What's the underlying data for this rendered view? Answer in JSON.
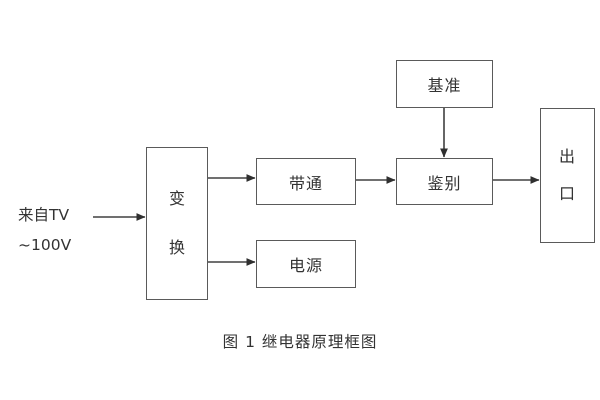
{
  "figure": {
    "caption": "图 1  继电器原理框图",
    "background_color": "#ffffff",
    "line_color": "#404040",
    "box_border_color": "#5a5a5a",
    "text_color": "#333333"
  },
  "source": {
    "line1": "来自TV",
    "line2": "~100V"
  },
  "blocks": {
    "converter": {
      "char1": "变",
      "char2": "换"
    },
    "bandpass": {
      "label": "带通"
    },
    "power": {
      "label": "电源"
    },
    "reference": {
      "label": "基准"
    },
    "discriminator": {
      "label": "鉴别"
    },
    "output": {
      "char1": "出",
      "char2": "口"
    }
  },
  "connections": [
    {
      "name": "source-to-converter",
      "from": "来自TV ~100V",
      "to": "变换"
    },
    {
      "name": "converter-to-bandpass",
      "from": "变换",
      "to": "带通"
    },
    {
      "name": "converter-to-power",
      "from": "变换",
      "to": "电源"
    },
    {
      "name": "bandpass-to-discriminator",
      "from": "带通",
      "to": "鉴别"
    },
    {
      "name": "reference-to-discriminator",
      "from": "基准",
      "to": "鉴别"
    },
    {
      "name": "discriminator-to-output",
      "from": "鉴别",
      "to": "出口"
    }
  ]
}
